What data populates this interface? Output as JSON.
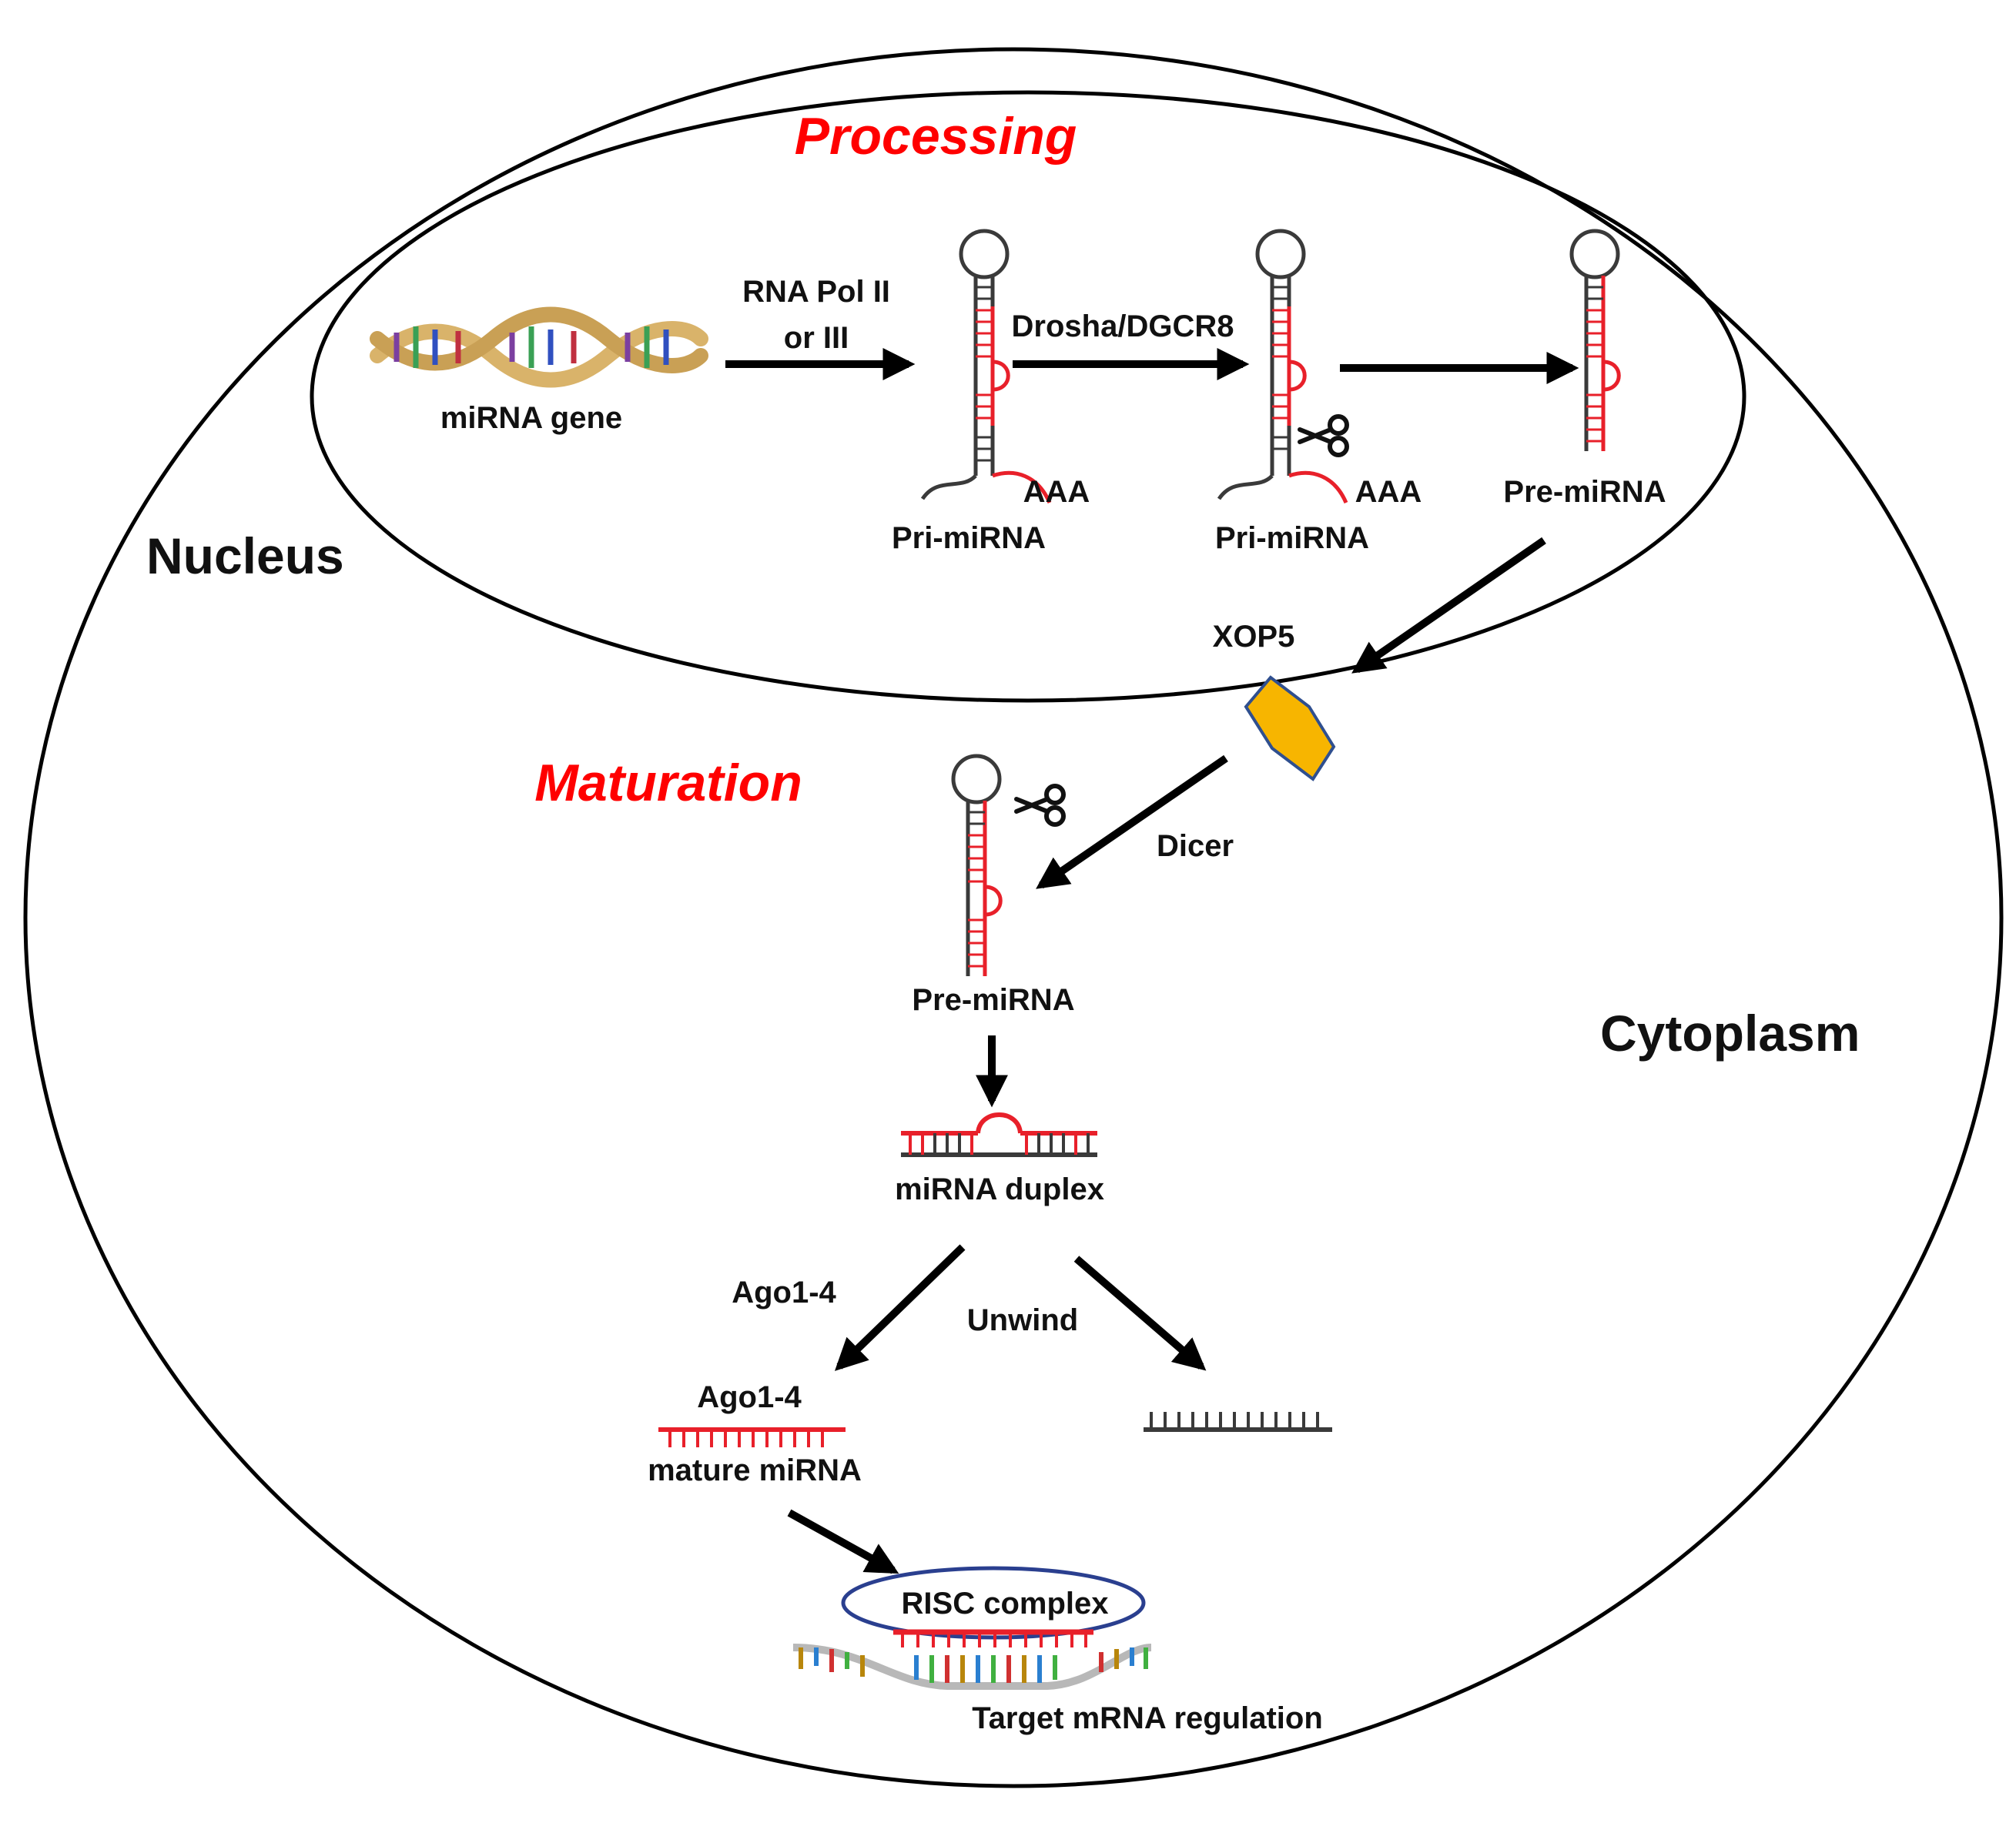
{
  "sections": {
    "processing": "Processing",
    "maturation": "Maturation"
  },
  "regions": {
    "nucleus": "Nucleus",
    "cytoplasm": "Cytoplasm"
  },
  "steps": {
    "mirna_gene": "miRNA gene",
    "rna_pol_line1": "RNA Pol II",
    "rna_pol_line2": "or III",
    "drosha": "Drosha/DGCR8",
    "pri_mirna_1": "Pri-miRNA",
    "polya_1": "AAA",
    "pri_mirna_2": "Pri-miRNA",
    "polya_2": "AAA",
    "pre_mirna_nucleus": "Pre-miRNA",
    "xop5": "XOP5",
    "dicer": "Dicer",
    "pre_mirna_cyto": "Pre-miRNA",
    "mirna_duplex": "miRNA duplex",
    "ago_arrow": "Ago1-4",
    "unwind": "Unwind",
    "ago_product": "Ago1-4",
    "mature_mirna": "mature miRNA",
    "risc": "RISC complex",
    "target": "Target mRNA regulation"
  },
  "colors": {
    "accent_red": "#ff0000",
    "rna_red": "#e8202a",
    "rna_dark": "#3a3a3a",
    "exportin_fill": "#f7b500",
    "exportin_stroke": "#2f4f8f",
    "risc_stroke": "#2a3f8f",
    "dna_gold": "#d9b36a"
  },
  "icons": [
    "dna-helix-icon",
    "hairpin-rna-icon",
    "scissors-icon",
    "exportin-hexagon-icon",
    "mrna-strand-icon"
  ]
}
